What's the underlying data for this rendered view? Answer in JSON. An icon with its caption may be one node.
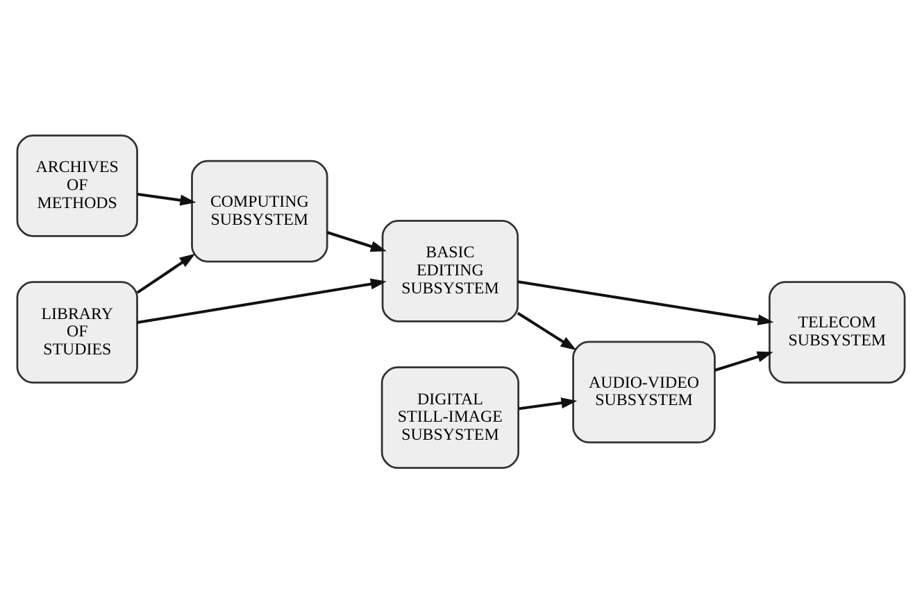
{
  "diagram": {
    "nodes": [
      {
        "text": [
          "ARCHIVES OF METHODS"
        ]
      },
      {
        "text": [
          "TELECOM SUBSYSTEM"
        ]
      },
      {
        "text": [
          "COMPUTING SUBSYSTEM"
        ]
      },
      {
        "text": [
          "BASIC EDITING SUBSYSTEM"
        ]
      },
      {
        "text": [
          "AUDIO-VIDEO SUBSYSTEM"
        ]
      },
      {
        "text": [
          "LIBRARY OF STUDIES"
        ]
      },
      {
        "text": [
          "DIGITAL STILL-IMAGE SUBSYSTEM"
        ]
      }
    ],
    "edges": [
      {
        "from": 0,
        "to": 2,
        "arrow": "to"
      },
      {
        "from": 5,
        "to": 2,
        "arrow": "to"
      },
      {
        "from": 2,
        "to": 3,
        "arrow": "to"
      },
      {
        "from": 3,
        "to": 1,
        "arrow": "to"
      },
      {
        "from": 3,
        "to": 4,
        "arrow": "to"
      },
      {
        "from": 4,
        "to": 1,
        "arrow": "to"
      },
      {
        "from": 5,
        "to": 3,
        "arrow": "to"
      },
      {
        "from": 6,
        "to": 4,
        "arrow": "to"
      }
    ]
  }
}
